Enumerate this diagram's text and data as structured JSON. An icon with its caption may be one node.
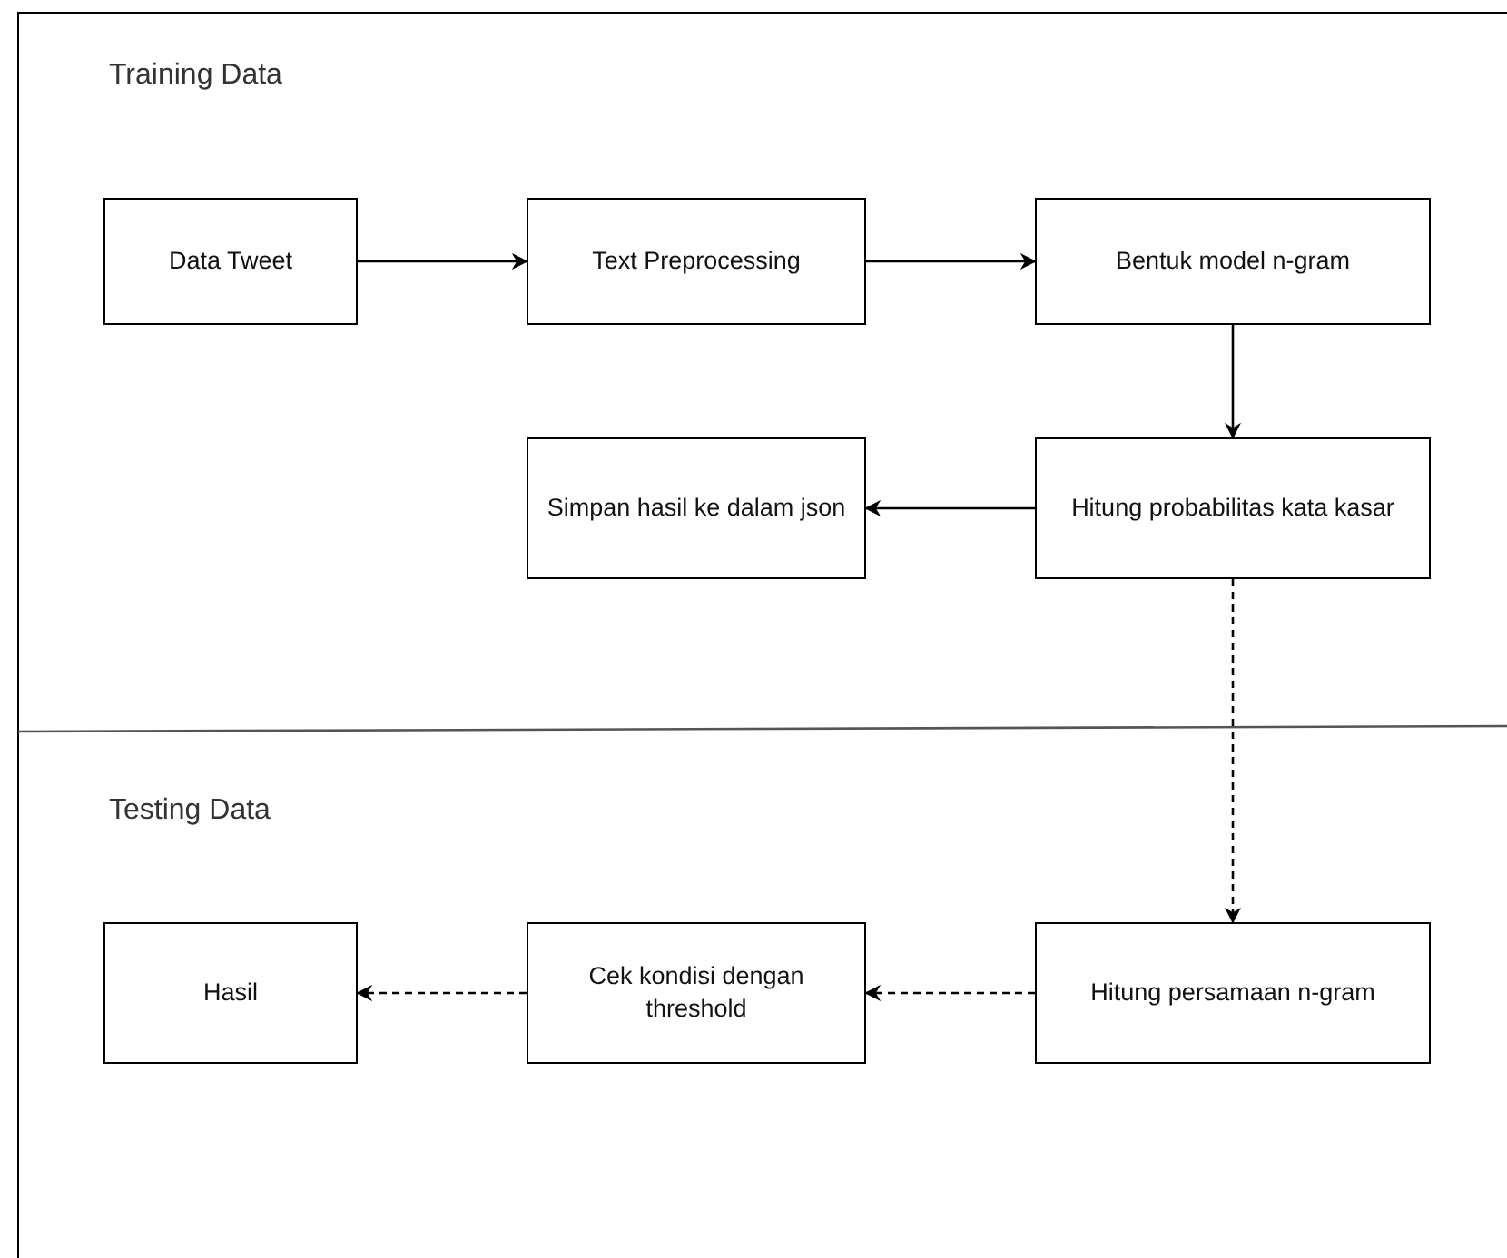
{
  "diagram": {
    "nodes": [
      {
        "text": [
          "Data Tweet"
        ]
      },
      {
        "text": [
          "Text Preprocessing"
        ]
      },
      {
        "text": [
          "Bentuk model n-gram"
        ]
      },
      {
        "text": [
          "Simpan hasil ke dalam json"
        ]
      },
      {
        "text": [
          "Hitung probabilitas kata kasar"
        ]
      },
      {
        "text": [
          "Hasil"
        ]
      },
      {
        "text": [
          "Cek kondisi dengan threshold"
        ]
      },
      {
        "text": [
          "Hitung persamaan n-gram"
        ]
      }
    ],
    "edges": [
      {
        "from": 0,
        "to": 1,
        "arrow": "to"
      },
      {
        "from": 1,
        "to": 2,
        "arrow": "to"
      },
      {
        "from": 2,
        "to": 4,
        "arrow": "to"
      },
      {
        "from": 4,
        "to": 3,
        "arrow": "to"
      },
      {
        "from": 4,
        "to": 7,
        "arrow": "to",
        "style": "dashed"
      },
      {
        "from": 7,
        "to": 6,
        "arrow": "to",
        "style": "dashed"
      },
      {
        "from": 6,
        "to": 5,
        "arrow": "to",
        "style": "dashed"
      }
    ],
    "labels": [
      "Training Data",
      "Testing Data"
    ]
  }
}
